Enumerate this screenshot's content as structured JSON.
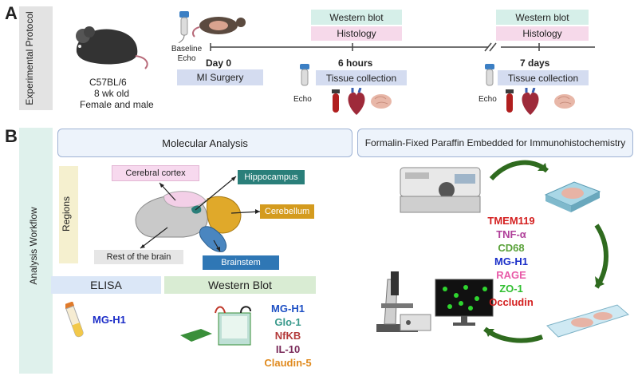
{
  "panel_a": {
    "letter": "A",
    "side_label": "Experimental Protocol",
    "mouse": {
      "strain": "C57BL/6",
      "age": "8 wk old",
      "sex": "Female and male"
    },
    "baseline_echo": "Baseline Echo",
    "day0": "Day 0",
    "mi_surgery": "MI Surgery",
    "timepoint1": {
      "label": "6 hours",
      "western_blot": "Western blot",
      "histology": "Histology",
      "tissue_collection": "Tissue collection",
      "echo": "Echo"
    },
    "timepoint2": {
      "label": "7 days",
      "western_blot": "Western blot",
      "histology": "Histology",
      "tissue_collection": "Tissue collection",
      "echo": "Echo"
    }
  },
  "panel_b": {
    "letter": "B",
    "side_label": "Analysis Workflow",
    "molecular_analysis": "Molecular Analysis",
    "ffpe_title": "Formalin-Fixed Paraffin Embedded for Immunohistochemistry",
    "regions_label": "Regions",
    "regions": {
      "cerebral_cortex": "Cerebral cortex",
      "hippocampus": "Hippocampus",
      "cerebellum": "Cerebellum",
      "rest_of_brain": "Rest of the brain",
      "brainstem": "Brainstem"
    },
    "elisa": {
      "title": "ELISA",
      "marker": "MG-H1"
    },
    "western_blot": {
      "title": "Western Blot",
      "markers": [
        "MG-H1",
        "Glo-1",
        "NfKB",
        "IL-10",
        "Claudin-5"
      ]
    },
    "ihc_markers": [
      "TMEM119",
      "TNF-α",
      "CD68",
      "MG-H1",
      "RAGE",
      "ZO-1",
      "Occludin"
    ]
  },
  "colors": {
    "western_blot_box": "#d6efe9",
    "histology_box": "#f6d9ea",
    "surgery_box": "#d4dcf0",
    "hippocampus": "#2a7f7a",
    "cerebellum": "#d49b1e",
    "brainstem": "#3a7fb8",
    "cortex_box": "#f7d9ee",
    "arrow_green": "#2f6b1f",
    "wb_markers": [
      "#1d4fc4",
      "#3a9a8c",
      "#b43b3b",
      "#7a2a5a",
      "#e08a1e"
    ],
    "ihc_markers": [
      "#d42020",
      "#b0409a",
      "#5aa23a",
      "#1a2ec8",
      "#e85aa8",
      "#2fbf2f",
      "#d42020"
    ]
  }
}
